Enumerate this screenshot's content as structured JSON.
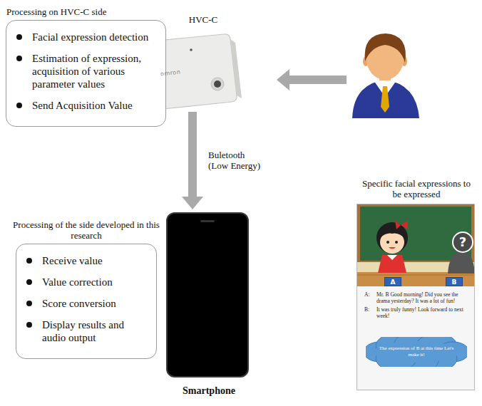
{
  "diagram": {
    "nodes": [
      {
        "text": [
          "Processing on HVC-C side",
          "Facial expression detection",
          "Estimation of expression, acquisition of various parameter values",
          "Send Acquisition Value"
        ]
      },
      {
        "text": [
          "HVC-C",
          "omron"
        ]
      },
      {
        "text": [
          "Smartphone"
        ]
      },
      {
        "text": [
          "Processing of the side developed in this research",
          "Receive value",
          "Value correction",
          "Score conversion",
          "Display results and audio output"
        ]
      },
      {
        "text": [
          "Specific facial expressions to be expressed"
        ]
      },
      {
        "text": [
          "A"
        ],
        "in": 4
      },
      {
        "text": [
          "B"
        ],
        "in": 4
      },
      {
        "text": [
          "?"
        ],
        "in": 4
      },
      {
        "text": [
          "A:",
          "Mr. B Good morning! Did you see the drama yesterday? It was a lot of fun!",
          "B:",
          "It was truly funny! Look forward to next week!"
        ],
        "in": 4
      },
      {
        "text": [
          "The expression of B at this time Let's make it!"
        ],
        "in": 4
      }
    ],
    "edges": [
      {
        "from": 1,
        "to": 2,
        "label": "Buletooth (Low Energy)",
        "arrow": "to"
      }
    ]
  }
}
